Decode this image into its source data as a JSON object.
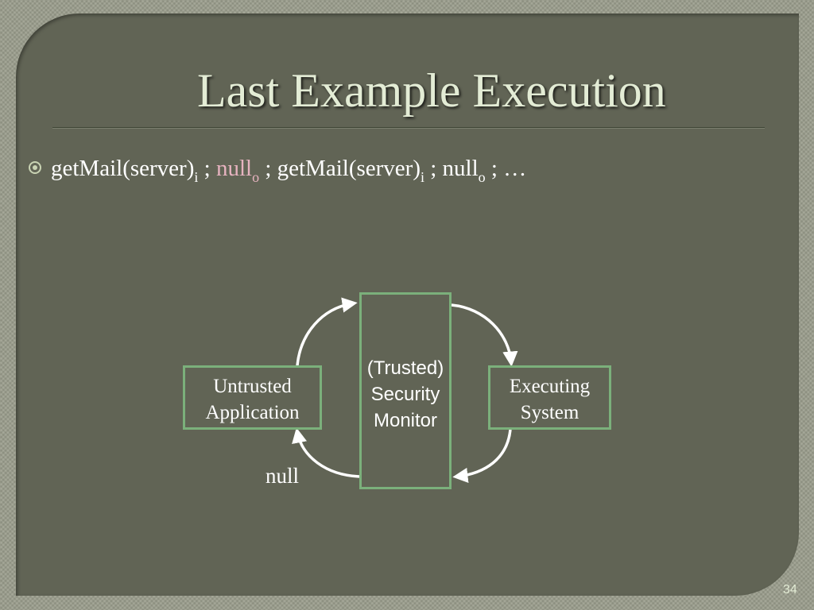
{
  "slide": {
    "title": "Last Example Execution",
    "bullet": {
      "seg1": "getMail(server)",
      "sub1": "i",
      "sep1": " ; ",
      "seg2": "null",
      "sub2": "o",
      "sep2": " ; getMail(server)",
      "sub3": "i",
      "sep3": " ; null",
      "sub4": "o",
      "tail": " ; …"
    },
    "page_number": "34"
  },
  "diagram": {
    "untrusted_app": [
      "Untrusted",
      "Application"
    ],
    "monitor": [
      "(Trusted)",
      "Security",
      "Monitor"
    ],
    "executing_system": [
      "Executing",
      "System"
    ],
    "null_label": "null"
  },
  "colors": {
    "background": "#616455",
    "box_border": "#7bb07b",
    "title": "#e3ecd5",
    "highlight": "#e7b3c0"
  }
}
